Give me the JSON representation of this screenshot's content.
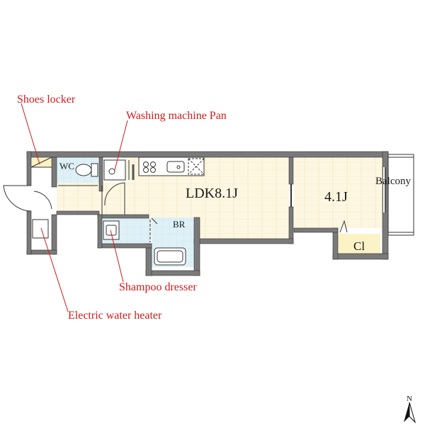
{
  "floorplan": {
    "rooms": {
      "ldk": "LDK8.1J",
      "western": "4.1J",
      "closet": "Cl",
      "toilet": "WC",
      "bathroom": "BR",
      "balcony": "Balcony"
    },
    "callouts": {
      "shoes_locker": "Shoes locker",
      "washing_machine_pan": "Washing machine Pan",
      "shampoo_dresser": "Shampoo dresser",
      "electric_water_heater": "Electric water heater"
    },
    "compass": {
      "label": "N"
    },
    "colors": {
      "wall": "#7a7a7a",
      "floor_wood": "#fdf7e2",
      "floor_tile": "#dff1f7",
      "closet_floor": "#fbf3c6",
      "callout_text": "#d11a1a"
    }
  }
}
